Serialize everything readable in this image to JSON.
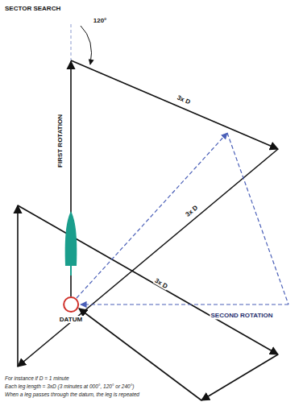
{
  "diagram": {
    "title": "SECTOR SEARCH",
    "nodes": [
      {
        "text": [
          "DATUM"
        ]
      }
    ],
    "labels": [
      "120°",
      "FIRST ROTATION",
      "3x D",
      "3x D",
      "3x D",
      "SECOND ROTATION",
      "For instance if D = 1 minute",
      "Each leg length = 3xD (3 minutes at 000°, 120° or 240°)",
      "When a leg passes through the datum, the leg is repeated"
    ]
  }
}
